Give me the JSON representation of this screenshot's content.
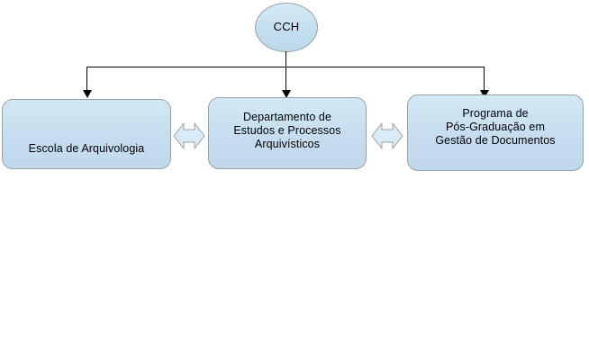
{
  "diagram": {
    "title_node": {
      "label": "CCH",
      "shape": "ellipse"
    },
    "boxes": [
      {
        "id": "escola",
        "label": "Escola de Arquivologia",
        "shape": "rounded-rectangle"
      },
      {
        "id": "departamento",
        "label": "Departamento de\nEstudos e Processos\nArquivísticos",
        "shape": "rounded-rectangle"
      },
      {
        "id": "programa",
        "label": "Programa de\nPós-Graduação em\nGestão de Documentos",
        "shape": "rounded-rectangle"
      }
    ],
    "connectors": [
      {
        "id": "cch-to-escola",
        "type": "arrow-down"
      },
      {
        "id": "cch-to-departamento",
        "type": "arrow-down"
      },
      {
        "id": "cch-to-programa",
        "type": "arrow-down"
      },
      {
        "id": "escola-departamento",
        "type": "bidirectional-arrow"
      },
      {
        "id": "departamento-programa",
        "type": "bidirectional-arrow"
      }
    ],
    "colors": {
      "node_fill": "#c5ddee",
      "node_border": "#9aa0a6",
      "connector": "#000000",
      "biarrow_fill": "#d6eaf6",
      "biarrow_border": "#9aa0a6",
      "background": "#ffffff"
    }
  }
}
